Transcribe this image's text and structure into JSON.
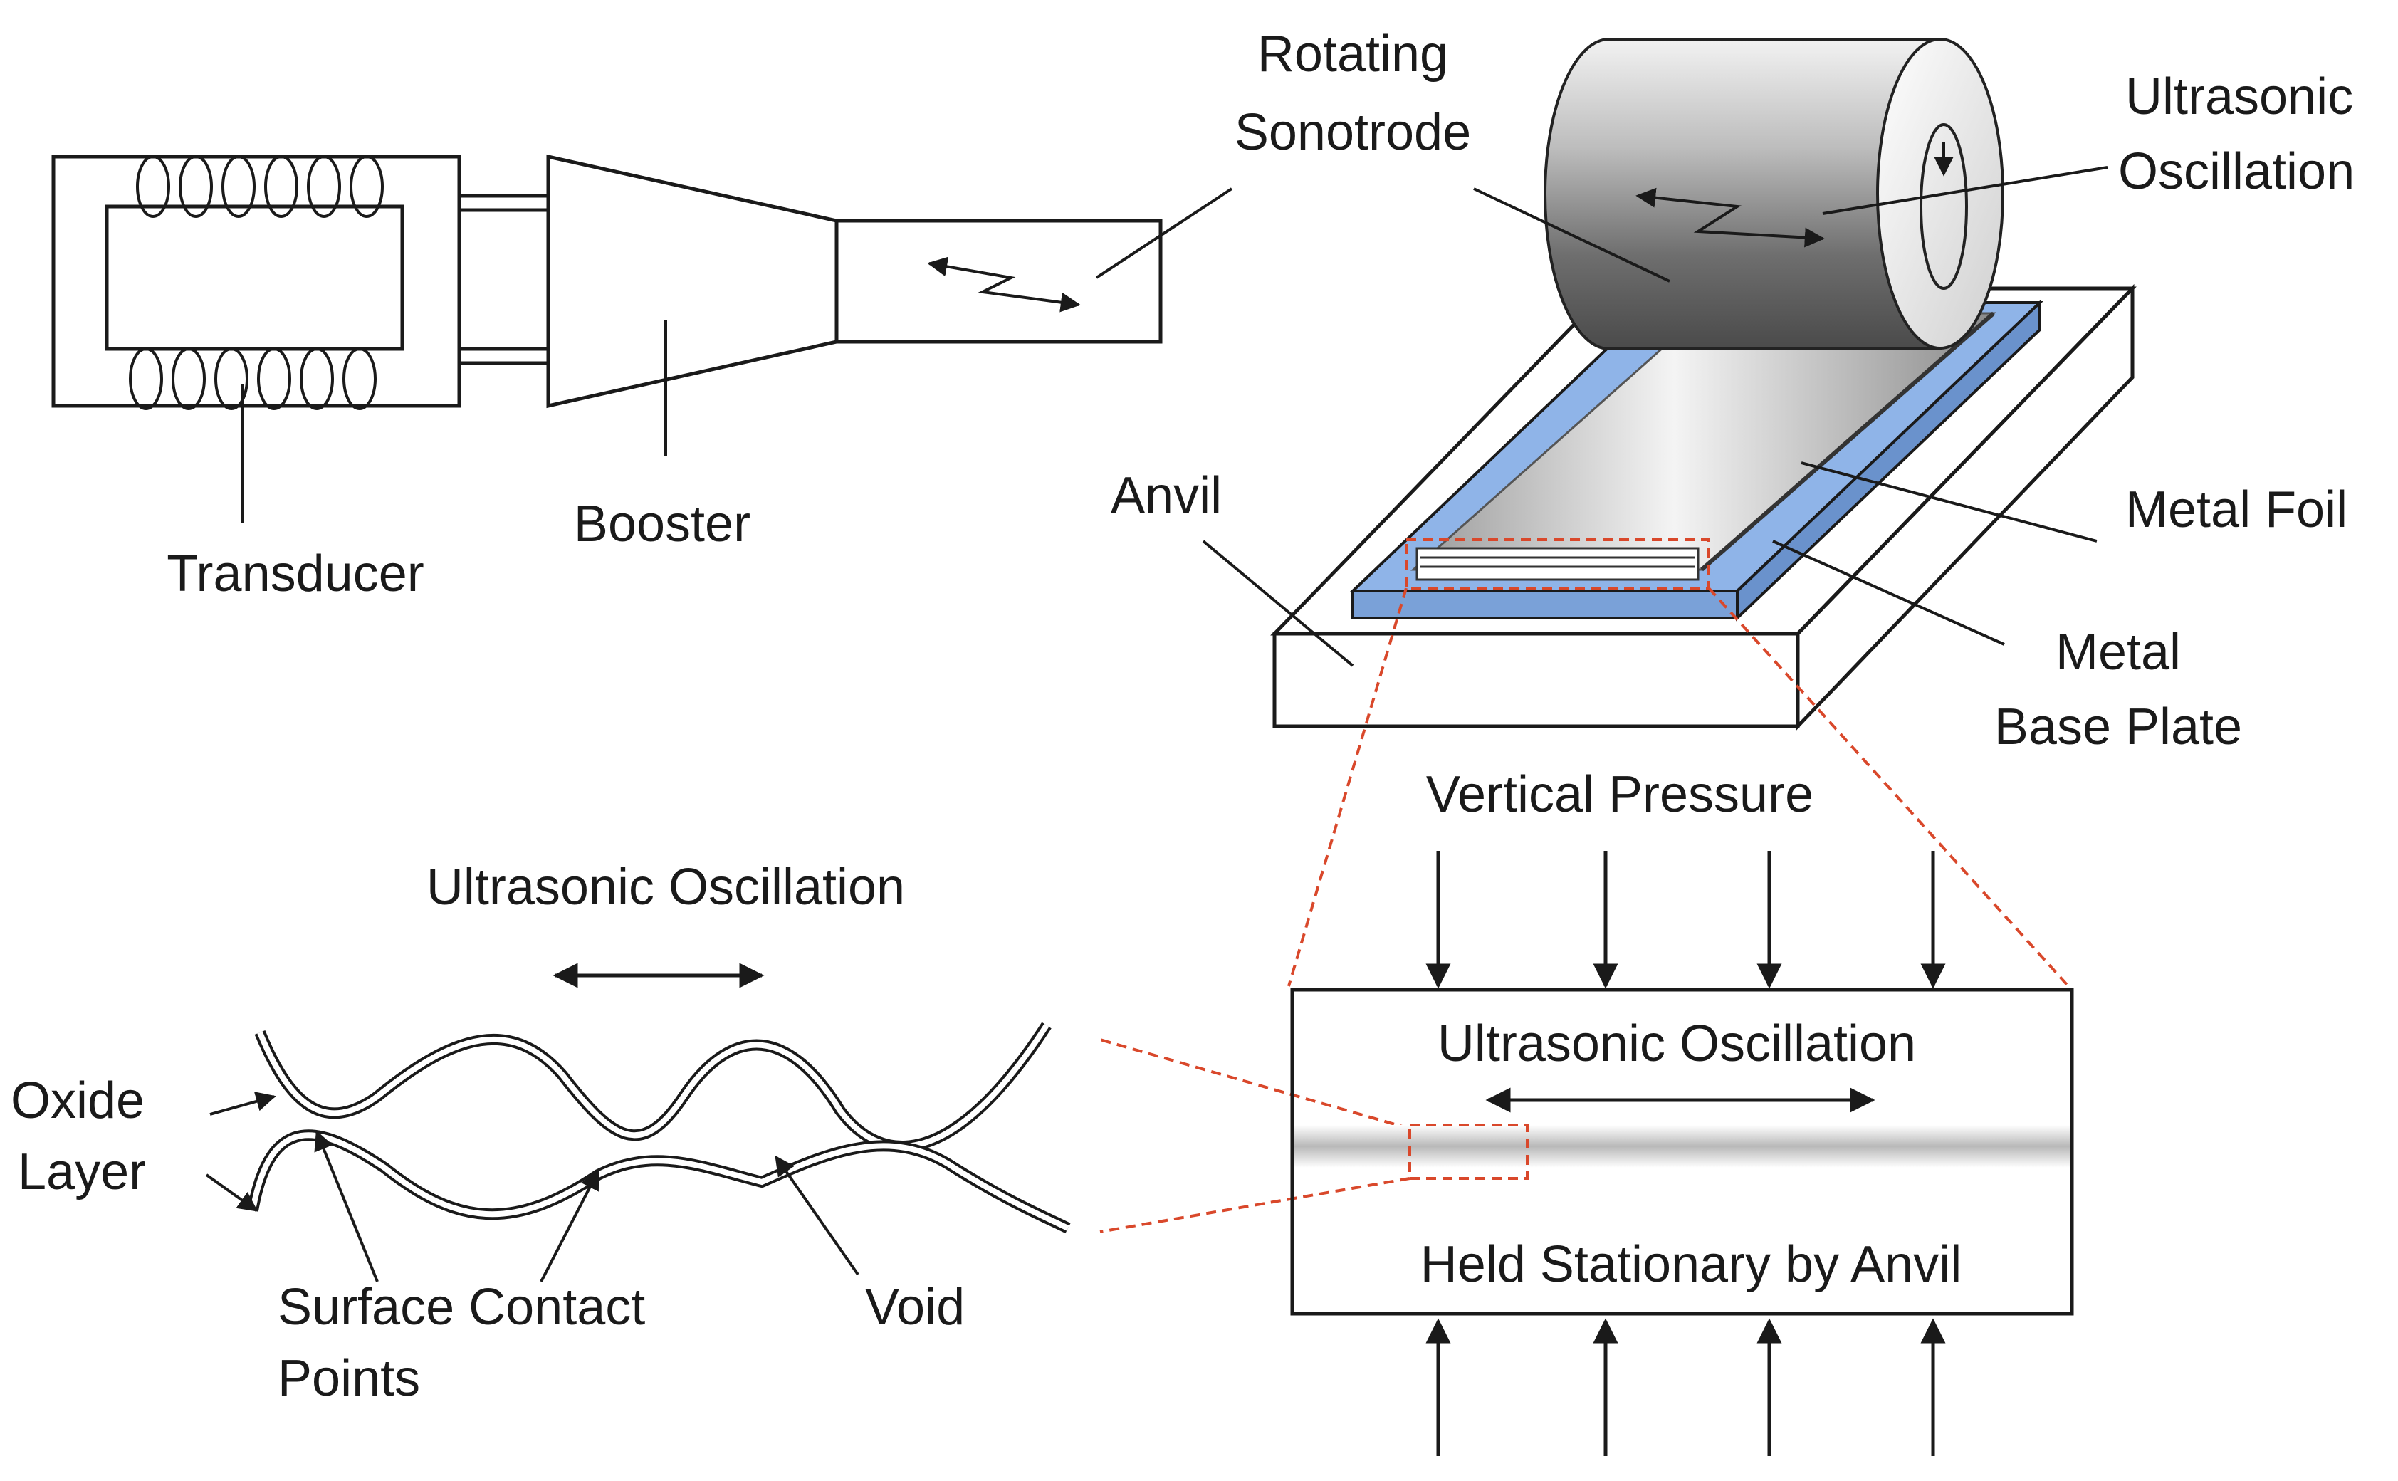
{
  "labels": {
    "rotating_sonotrode_1": "Rotating",
    "rotating_sonotrode_2": "Sonotrode",
    "ultrasonic_oscillation_top_1": "Ultrasonic",
    "ultrasonic_oscillation_top_2": "Oscillation",
    "transducer": "Transducer",
    "booster": "Booster",
    "anvil": "Anvil",
    "metal_foil": "Metal Foil",
    "metal_base_plate_1": "Metal",
    "metal_base_plate_2": "Base Plate",
    "vertical_pressure": "Vertical Pressure",
    "ultrasonic_oscillation_left": "Ultrasonic Oscillation",
    "ultrasonic_oscillation_box": "Ultrasonic Oscillation",
    "held_stationary": "Held Stationary by Anvil",
    "oxide_layer_1": "Oxide",
    "oxide_layer_2": "Layer",
    "surface_contact_1": "Surface Contact",
    "surface_contact_2": "Points",
    "void": "Void"
  },
  "colors": {
    "line": "#1a1a1a",
    "foil_blue": "#8fb4e8",
    "highlight_red": "#d9482b",
    "metal_gray": "#9a9a9a"
  }
}
